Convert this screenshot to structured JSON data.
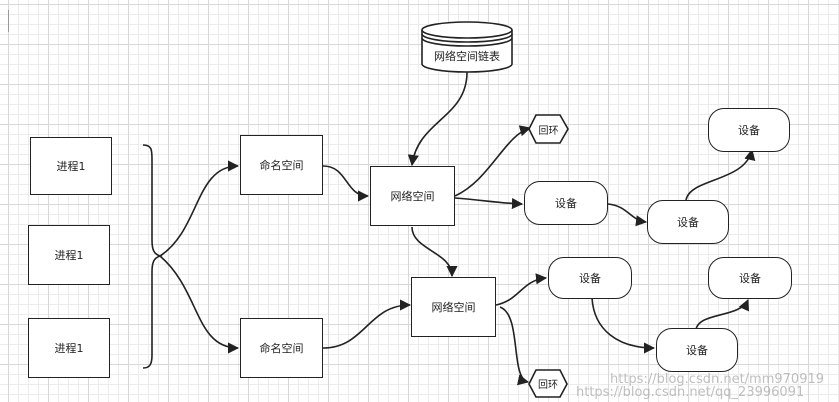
{
  "nodes": {
    "process1": "进程1",
    "process2": "进程1",
    "process3": "进程1",
    "namespace1": "命名空间",
    "namespace2": "命名空间",
    "netns1": "网络空间",
    "netns2": "网络空间",
    "netns_list": "网络空间链表",
    "loopback1": "回环",
    "loopback2": "回环",
    "dev_a1": "设备",
    "dev_a2": "设备",
    "dev_a3": "设备",
    "dev_b1": "设备",
    "dev_b2": "设备",
    "dev_b3": "设备"
  },
  "watermark": {
    "line1": "https://blog.csdn.net/mm970919",
    "line2": "https://blog.csdn.net/qq_23996091"
  },
  "colors": {
    "stroke": "#222222",
    "grid": "#d8d8d8"
  }
}
